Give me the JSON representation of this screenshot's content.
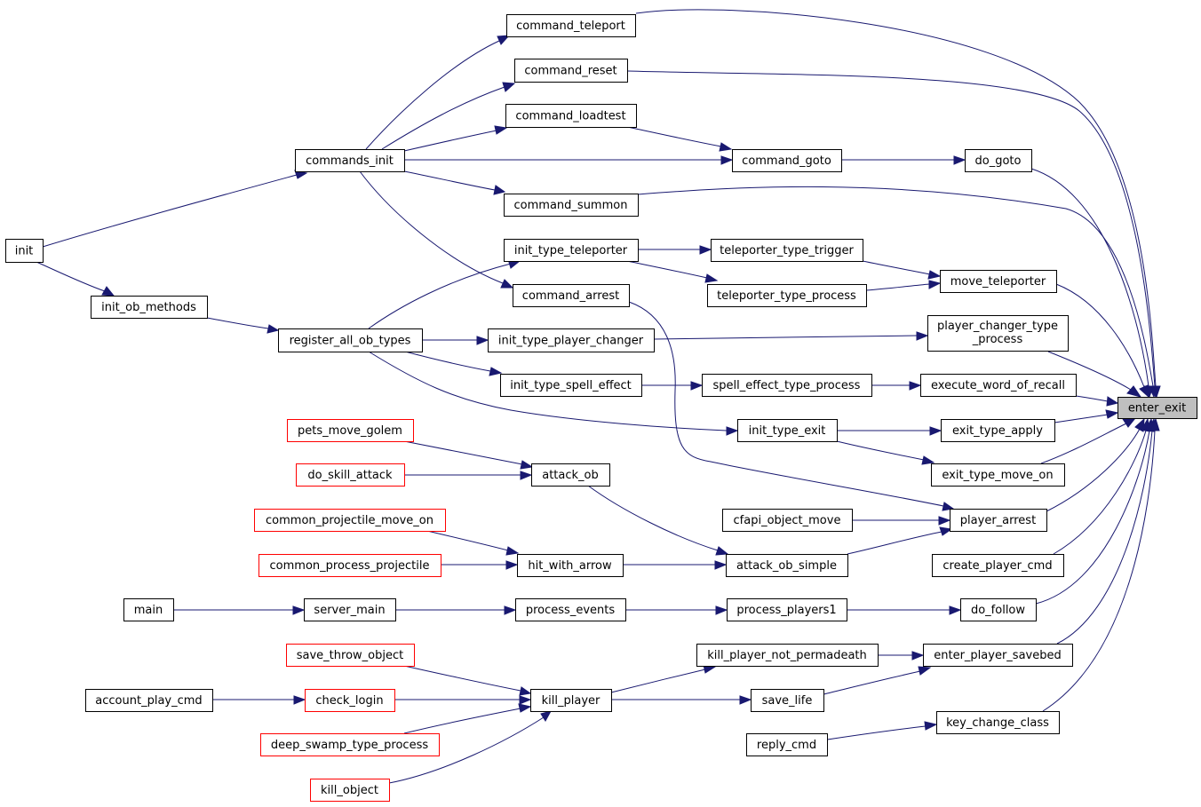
{
  "colors": {
    "edge": "#191970",
    "node_border": "#000000",
    "node_border_truncated": "#ff0000",
    "focus_fill": "#bfbfbf",
    "background": "#ffffff"
  },
  "graph": {
    "focus": "enter_exit",
    "nodes": [
      {
        "id": "enter_exit",
        "label": "enter_exit"
      },
      {
        "id": "command_teleport",
        "label": "command_teleport"
      },
      {
        "id": "command_reset",
        "label": "command_reset"
      },
      {
        "id": "command_loadtest",
        "label": "command_loadtest"
      },
      {
        "id": "commands_init",
        "label": "commands_init"
      },
      {
        "id": "command_goto",
        "label": "command_goto"
      },
      {
        "id": "do_goto",
        "label": "do_goto"
      },
      {
        "id": "command_summon",
        "label": "command_summon"
      },
      {
        "id": "init",
        "label": "init"
      },
      {
        "id": "init_type_teleporter",
        "label": "init_type_teleporter"
      },
      {
        "id": "teleporter_type_trigger",
        "label": "teleporter_type_trigger"
      },
      {
        "id": "move_teleporter",
        "label": "move_teleporter"
      },
      {
        "id": "command_arrest",
        "label": "command_arrest"
      },
      {
        "id": "teleporter_type_process",
        "label": "teleporter_type_process"
      },
      {
        "id": "init_ob_methods",
        "label": "init_ob_methods"
      },
      {
        "id": "player_changer_type_process",
        "label": "player_changer_type\n_process",
        "lines": [
          "player_changer_type",
          "_process"
        ]
      },
      {
        "id": "register_all_ob_types",
        "label": "register_all_ob_types"
      },
      {
        "id": "init_type_player_changer",
        "label": "init_type_player_changer"
      },
      {
        "id": "init_type_spell_effect",
        "label": "init_type_spell_effect"
      },
      {
        "id": "spell_effect_type_process",
        "label": "spell_effect_type_process"
      },
      {
        "id": "execute_word_of_recall",
        "label": "execute_word_of_recall"
      },
      {
        "id": "pets_move_golem",
        "label": "pets_move_golem",
        "truncated": true
      },
      {
        "id": "init_type_exit",
        "label": "init_type_exit"
      },
      {
        "id": "exit_type_apply",
        "label": "exit_type_apply"
      },
      {
        "id": "do_skill_attack",
        "label": "do_skill_attack",
        "truncated": true
      },
      {
        "id": "attack_ob",
        "label": "attack_ob"
      },
      {
        "id": "exit_type_move_on",
        "label": "exit_type_move_on"
      },
      {
        "id": "common_projectile_move_on",
        "label": "common_projectile_move_on",
        "truncated": true
      },
      {
        "id": "cfapi_object_move",
        "label": "cfapi_object_move"
      },
      {
        "id": "player_arrest",
        "label": "player_arrest"
      },
      {
        "id": "common_process_projectile",
        "label": "common_process_projectile",
        "truncated": true
      },
      {
        "id": "hit_with_arrow",
        "label": "hit_with_arrow"
      },
      {
        "id": "attack_ob_simple",
        "label": "attack_ob_simple"
      },
      {
        "id": "create_player_cmd",
        "label": "create_player_cmd"
      },
      {
        "id": "main",
        "label": "main"
      },
      {
        "id": "server_main",
        "label": "server_main"
      },
      {
        "id": "process_events",
        "label": "process_events"
      },
      {
        "id": "process_players1",
        "label": "process_players1"
      },
      {
        "id": "do_follow",
        "label": "do_follow"
      },
      {
        "id": "save_throw_object",
        "label": "save_throw_object",
        "truncated": true
      },
      {
        "id": "kill_player_not_permadeath",
        "label": "kill_player_not_permadeath"
      },
      {
        "id": "enter_player_savebed",
        "label": "enter_player_savebed"
      },
      {
        "id": "account_play_cmd",
        "label": "account_play_cmd"
      },
      {
        "id": "check_login",
        "label": "check_login",
        "truncated": true
      },
      {
        "id": "kill_player",
        "label": "kill_player"
      },
      {
        "id": "save_life",
        "label": "save_life"
      },
      {
        "id": "deep_swamp_type_process",
        "label": "deep_swamp_type_process",
        "truncated": true
      },
      {
        "id": "key_change_class",
        "label": "key_change_class"
      },
      {
        "id": "reply_cmd",
        "label": "reply_cmd"
      },
      {
        "id": "kill_object",
        "label": "kill_object",
        "truncated": true
      }
    ],
    "edges": [
      [
        "command_teleport",
        "enter_exit"
      ],
      [
        "command_reset",
        "enter_exit"
      ],
      [
        "command_summon",
        "enter_exit"
      ],
      [
        "do_goto",
        "enter_exit"
      ],
      [
        "move_teleporter",
        "enter_exit"
      ],
      [
        "player_changer_type_process",
        "enter_exit"
      ],
      [
        "execute_word_of_recall",
        "enter_exit"
      ],
      [
        "exit_type_apply",
        "enter_exit"
      ],
      [
        "exit_type_move_on",
        "enter_exit"
      ],
      [
        "player_arrest",
        "enter_exit"
      ],
      [
        "create_player_cmd",
        "enter_exit"
      ],
      [
        "do_follow",
        "enter_exit"
      ],
      [
        "enter_player_savebed",
        "enter_exit"
      ],
      [
        "key_change_class",
        "enter_exit"
      ],
      [
        "commands_init",
        "command_teleport"
      ],
      [
        "commands_init",
        "command_reset"
      ],
      [
        "commands_init",
        "command_loadtest"
      ],
      [
        "commands_init",
        "command_goto"
      ],
      [
        "commands_init",
        "command_summon"
      ],
      [
        "commands_init",
        "command_arrest"
      ],
      [
        "command_loadtest",
        "command_goto"
      ],
      [
        "command_goto",
        "do_goto"
      ],
      [
        "init",
        "commands_init"
      ],
      [
        "init",
        "init_ob_methods"
      ],
      [
        "init_ob_methods",
        "register_all_ob_types"
      ],
      [
        "register_all_ob_types",
        "init_type_teleporter"
      ],
      [
        "register_all_ob_types",
        "init_type_player_changer"
      ],
      [
        "register_all_ob_types",
        "init_type_spell_effect"
      ],
      [
        "register_all_ob_types",
        "init_type_exit"
      ],
      [
        "init_type_teleporter",
        "teleporter_type_trigger"
      ],
      [
        "init_type_teleporter",
        "teleporter_type_process"
      ],
      [
        "teleporter_type_trigger",
        "move_teleporter"
      ],
      [
        "teleporter_type_process",
        "move_teleporter"
      ],
      [
        "init_type_player_changer",
        "player_changer_type_process"
      ],
      [
        "init_type_spell_effect",
        "spell_effect_type_process"
      ],
      [
        "spell_effect_type_process",
        "execute_word_of_recall"
      ],
      [
        "init_type_exit",
        "exit_type_apply"
      ],
      [
        "init_type_exit",
        "exit_type_move_on"
      ],
      [
        "command_arrest",
        "player_arrest"
      ],
      [
        "cfapi_object_move",
        "player_arrest"
      ],
      [
        "attack_ob_simple",
        "player_arrest"
      ],
      [
        "pets_move_golem",
        "attack_ob"
      ],
      [
        "do_skill_attack",
        "attack_ob"
      ],
      [
        "attack_ob",
        "attack_ob_simple"
      ],
      [
        "common_projectile_move_on",
        "hit_with_arrow"
      ],
      [
        "common_process_projectile",
        "hit_with_arrow"
      ],
      [
        "hit_with_arrow",
        "attack_ob_simple"
      ],
      [
        "main",
        "server_main"
      ],
      [
        "server_main",
        "process_events"
      ],
      [
        "process_events",
        "process_players1"
      ],
      [
        "process_players1",
        "do_follow"
      ],
      [
        "save_throw_object",
        "kill_player"
      ],
      [
        "account_play_cmd",
        "check_login"
      ],
      [
        "check_login",
        "kill_player"
      ],
      [
        "deep_swamp_type_process",
        "kill_player"
      ],
      [
        "kill_object",
        "kill_player"
      ],
      [
        "kill_player",
        "kill_player_not_permadeath"
      ],
      [
        "kill_player",
        "save_life"
      ],
      [
        "kill_player_not_permadeath",
        "enter_player_savebed"
      ],
      [
        "save_life",
        "enter_player_savebed"
      ],
      [
        "reply_cmd",
        "key_change_class"
      ]
    ]
  }
}
